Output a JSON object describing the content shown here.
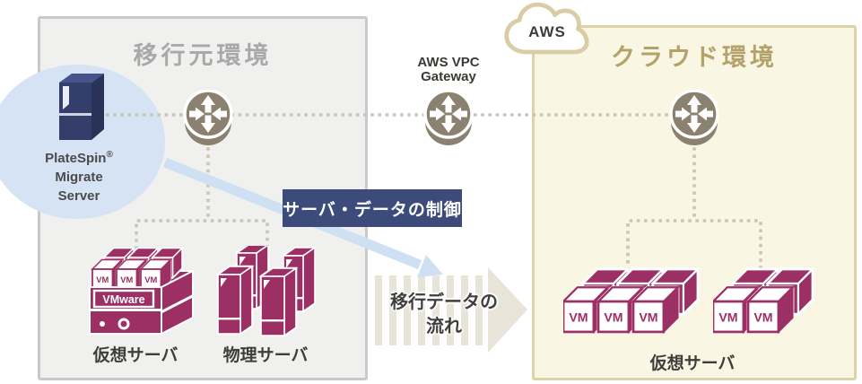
{
  "source_env": {
    "title": "移行元環境",
    "platespin": {
      "name": "PlateSpin",
      "reg_mark": "®",
      "line2": "Migrate",
      "line3": "Server"
    },
    "vmware_label": "VMware",
    "virtual_server_label": "仮想サーバ",
    "physical_server_label": "物理サーバ"
  },
  "cloud_env": {
    "title": "クラウド環境",
    "provider": "AWS",
    "virtual_server_label": "仮想サーバ"
  },
  "gateway": {
    "line1": "AWS VPC",
    "line2": "Gateway"
  },
  "flow": {
    "control_label": "サーバ・データの制御",
    "data_flow_line1": "移行データの",
    "data_flow_line2": "流れ"
  },
  "vm_cube_label": "VM",
  "colors": {
    "magenta": "#9c2f63",
    "server_navy": "#333e6a",
    "control_label_navy": "#3d4b7b",
    "router_taupe": "#8b8170",
    "control_arrow_blue": "#cfe0f2",
    "platespin_ellipse_blue": "#d5e3f4",
    "source_box_fill": "#f0f0ef",
    "source_box_border": "#c9c9c9",
    "cloud_box_fill": "#faf6e4",
    "cloud_box_border": "#ddd3ab",
    "source_title_gray": "#a9a9a9",
    "cloud_title_gold": "#b3a269",
    "dotted_line": "#cbc5b7",
    "stripe_arrow_beige": "#e8e4d9",
    "dark_text": "#3e3e3c"
  }
}
